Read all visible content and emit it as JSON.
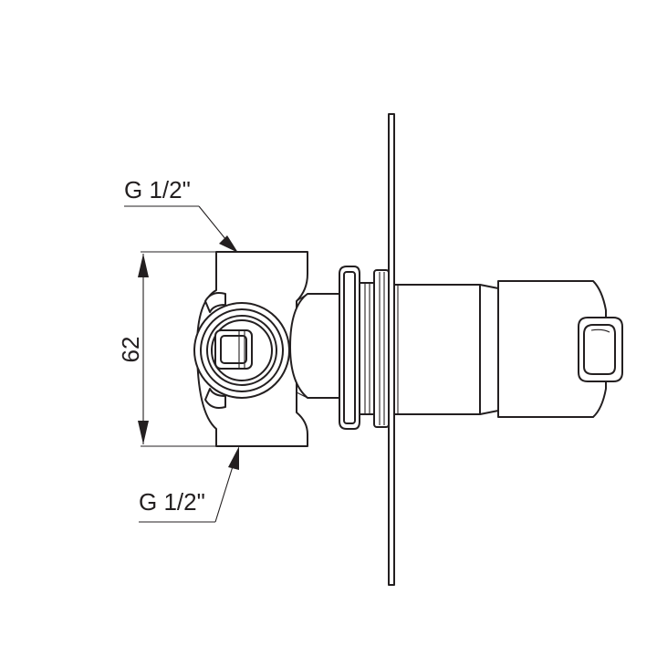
{
  "drawing": {
    "labels": {
      "top_thread": "G 1/2\"",
      "bottom_thread": "G 1/2\"",
      "height_dimension": "62"
    },
    "colors": {
      "line": "#231f20",
      "background": "#ffffff"
    }
  }
}
